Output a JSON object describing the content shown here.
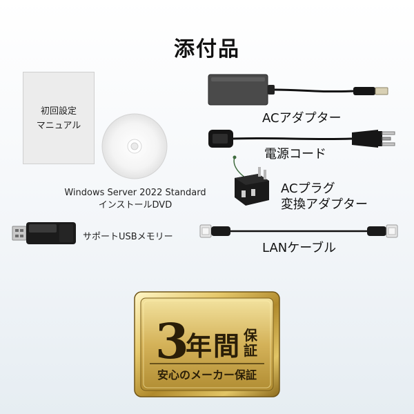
{
  "title": "添付品",
  "items": {
    "manual": {
      "line1": "初回設定",
      "line2": "マニュアル"
    },
    "dvd": {
      "line1": "Windows Server 2022 Standard",
      "line2": "インストールDVD"
    },
    "usb": {
      "label": "サポートUSBメモリー"
    },
    "ac_adapter": {
      "label": "ACアダプター"
    },
    "power_cord": {
      "label": "電源コード"
    },
    "plug_adapter": {
      "line1": "ACプラグ",
      "line2": "変換アダプター"
    },
    "lan_cable": {
      "label": "LANケーブル"
    }
  },
  "badge": {
    "number": "3",
    "year": "年",
    "interval": "間",
    "hosho_top": "保",
    "hosho_bottom": "証",
    "subtitle": "安心のメーカー保証"
  },
  "colors": {
    "gold_light": "#f6e7a4",
    "gold_dark": "#8a6a1e",
    "badge_text": "#2a1e08"
  }
}
